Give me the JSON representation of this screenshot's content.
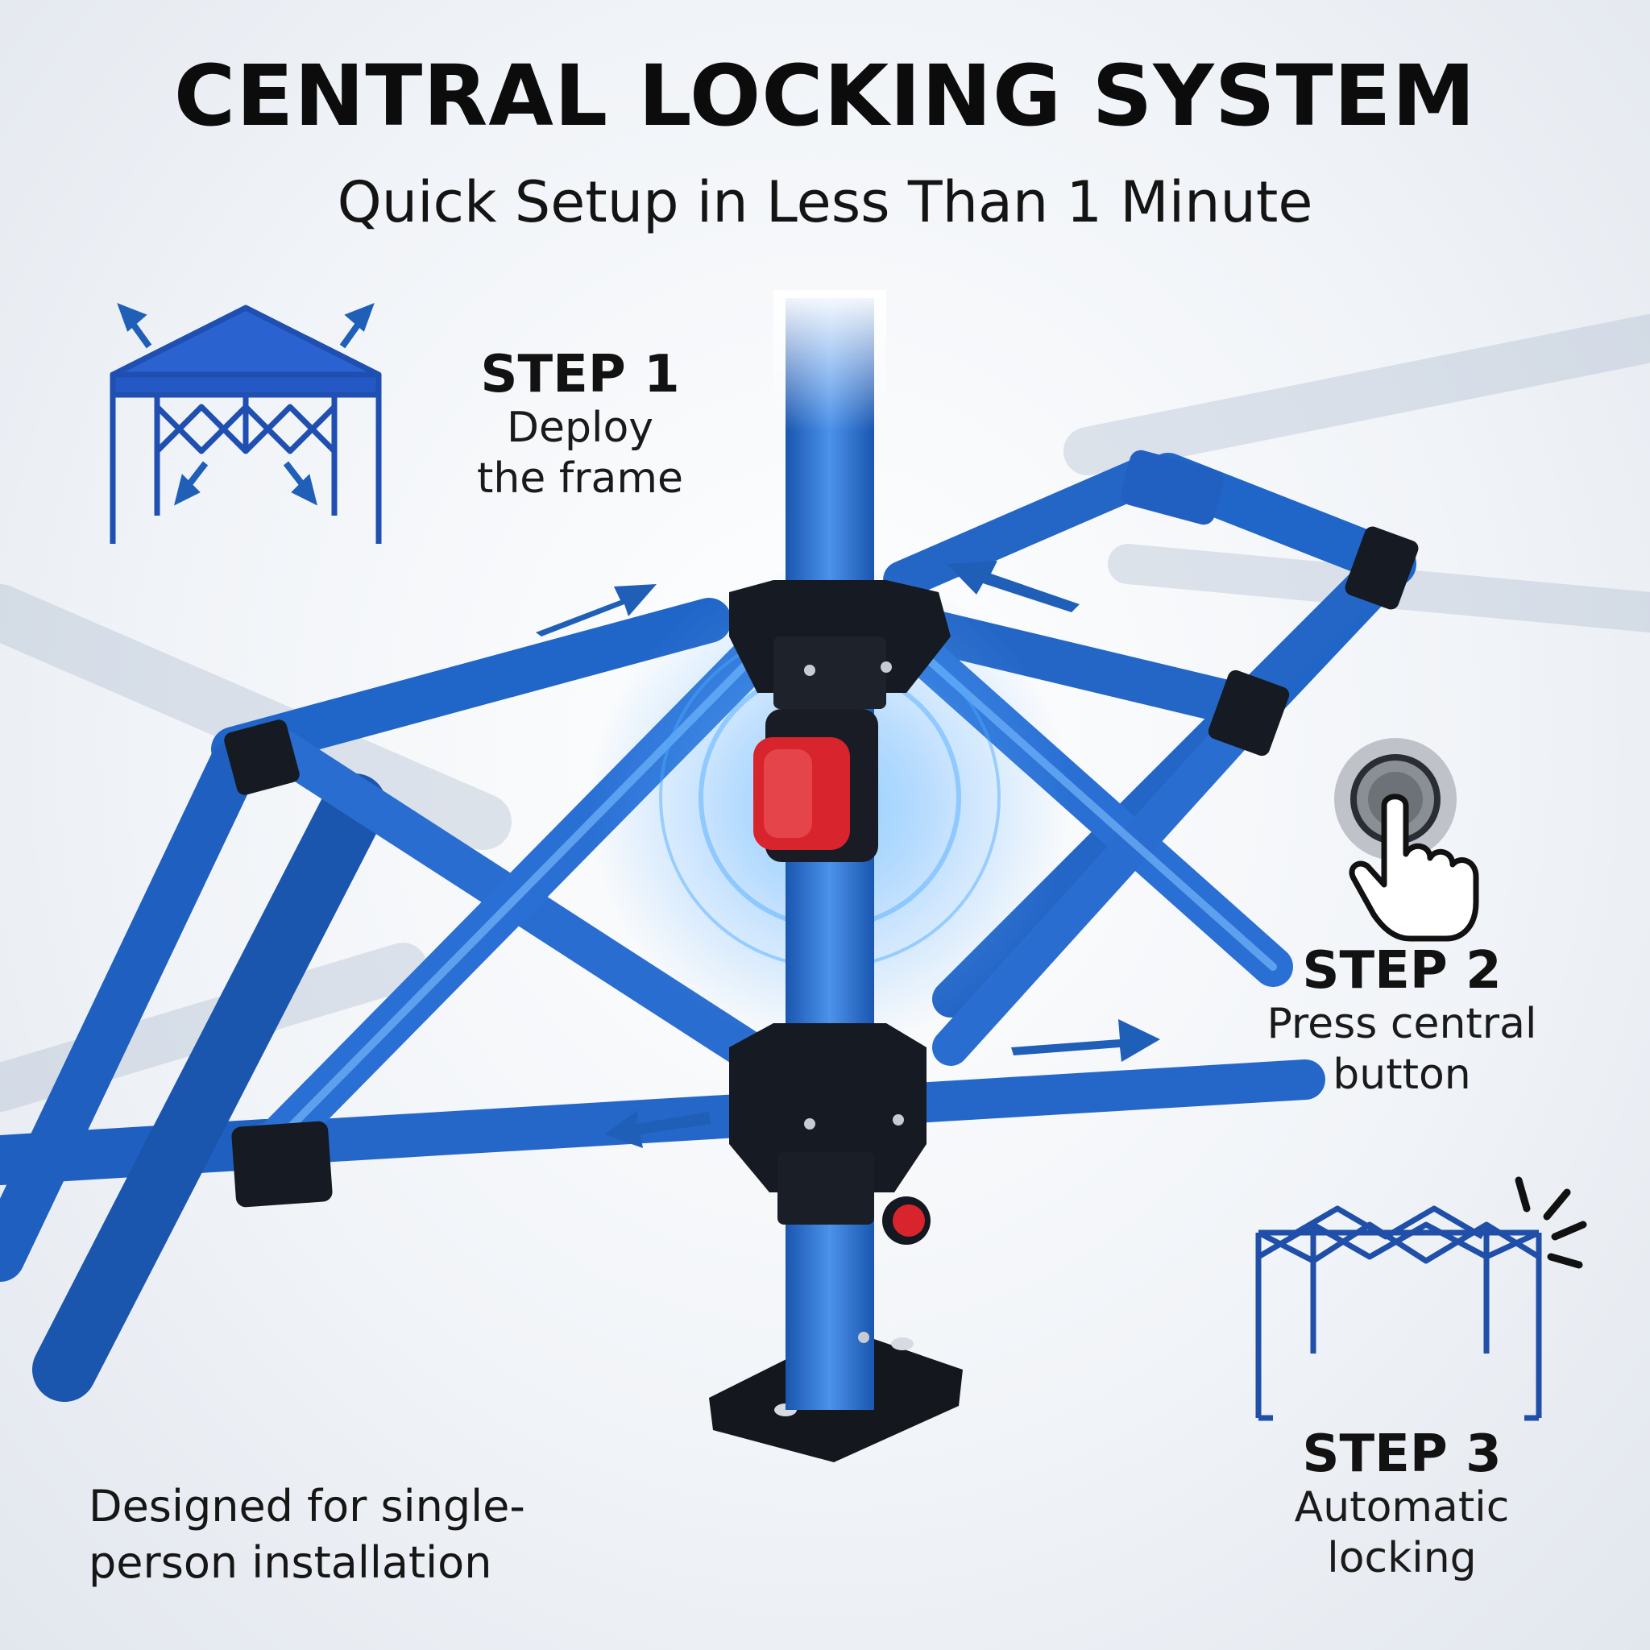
{
  "header": {
    "title": "CENTRAL LOCKING SYSTEM",
    "subtitle": "Quick Setup in Less Than 1 Minute"
  },
  "steps": [
    {
      "heading": "STEP 1",
      "line1": "Deploy",
      "line2": "the frame",
      "icon": "tent-deploy-icon"
    },
    {
      "heading": "STEP 2",
      "line1": "Press central",
      "line2": "button",
      "icon": "hand-press-button-icon"
    },
    {
      "heading": "STEP 3",
      "line1": "Automatic",
      "line2": "locking",
      "icon": "frame-locked-icon"
    }
  ],
  "note": {
    "line1": "Designed for single-",
    "line2": "person installation"
  },
  "colors": {
    "frame_blue": "#1f63c4",
    "frame_blue_light": "#4a8fe6",
    "connector_black": "#141820",
    "lock_button_red": "#d8242c",
    "arrow_blue": "#1f5fb8"
  }
}
